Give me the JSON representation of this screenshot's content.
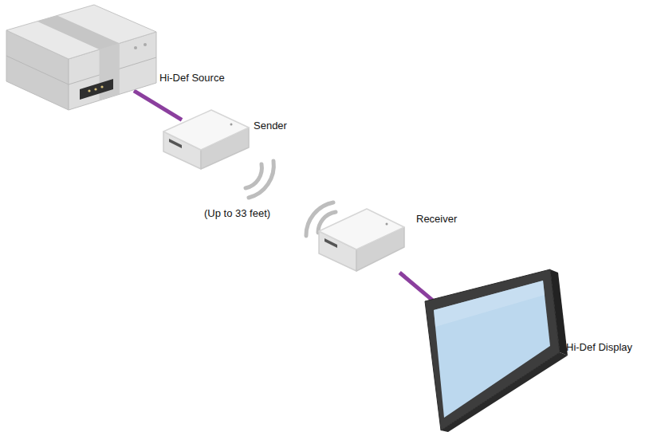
{
  "diagram": {
    "nodes": [
      {
        "text": [
          "Hi-Def Source"
        ]
      },
      {
        "text": [
          "Sender"
        ]
      },
      {
        "text": [
          "Receiver"
        ]
      },
      {
        "text": [
          "Hi-Def Display"
        ]
      }
    ],
    "edges": [
      {
        "from": 0,
        "to": 1,
        "arrow": "none"
      },
      {
        "from": 2,
        "to": 3,
        "arrow": "none"
      }
    ],
    "labels": [
      "(Up to 33 feet)"
    ]
  }
}
